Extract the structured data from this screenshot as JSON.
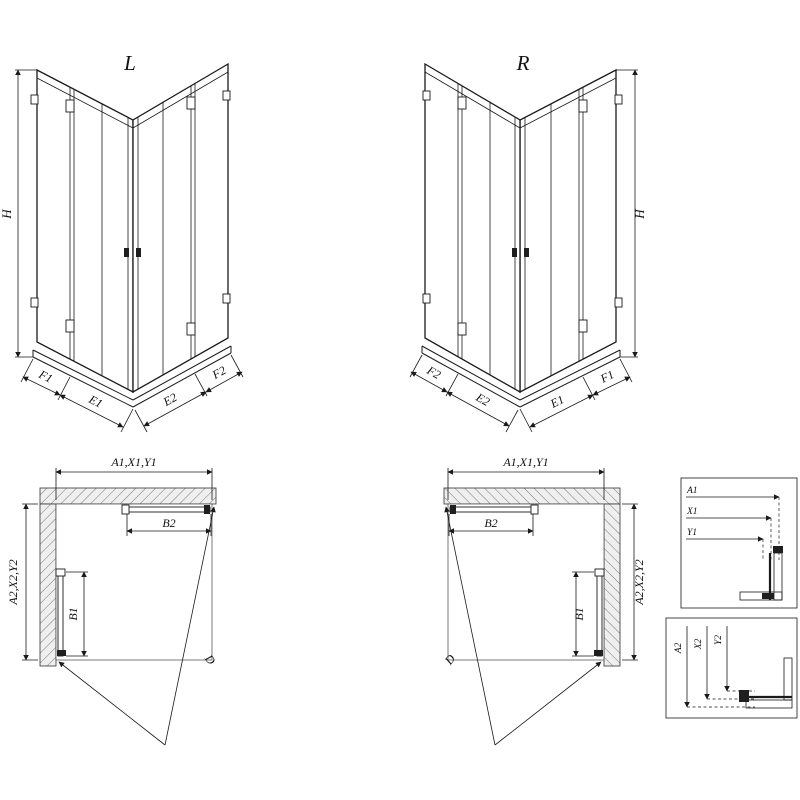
{
  "colors": {
    "line": "#1a1a1a",
    "background": "#ffffff",
    "wall_hatch_bg": "#efefef",
    "hatch_line": "#777777"
  },
  "elevation_left": {
    "label": "L",
    "height_label": "H",
    "segments": [
      "F1",
      "E1",
      "E2",
      "F2"
    ]
  },
  "elevation_right": {
    "label": "R",
    "height_label": "H",
    "segments": [
      "F2",
      "E2",
      "E1",
      "F1"
    ]
  },
  "plan_left": {
    "width_dim": "A1,X1,Y1",
    "door_top_dim": "B2",
    "depth_dim": "A2,X2,Y2",
    "door_side_dim": "B1",
    "diagonal_dim": "D"
  },
  "plan_right": {
    "width_dim": "A1,X1,Y1",
    "door_top_dim": "B2",
    "depth_dim": "A2,X2,Y2",
    "door_side_dim": "B1",
    "diagonal_dim": "D"
  },
  "detail_width": {
    "dims": [
      "A1",
      "X1",
      "Y1"
    ]
  },
  "detail_depth": {
    "dims": [
      "A2",
      "X2",
      "Y2"
    ]
  }
}
